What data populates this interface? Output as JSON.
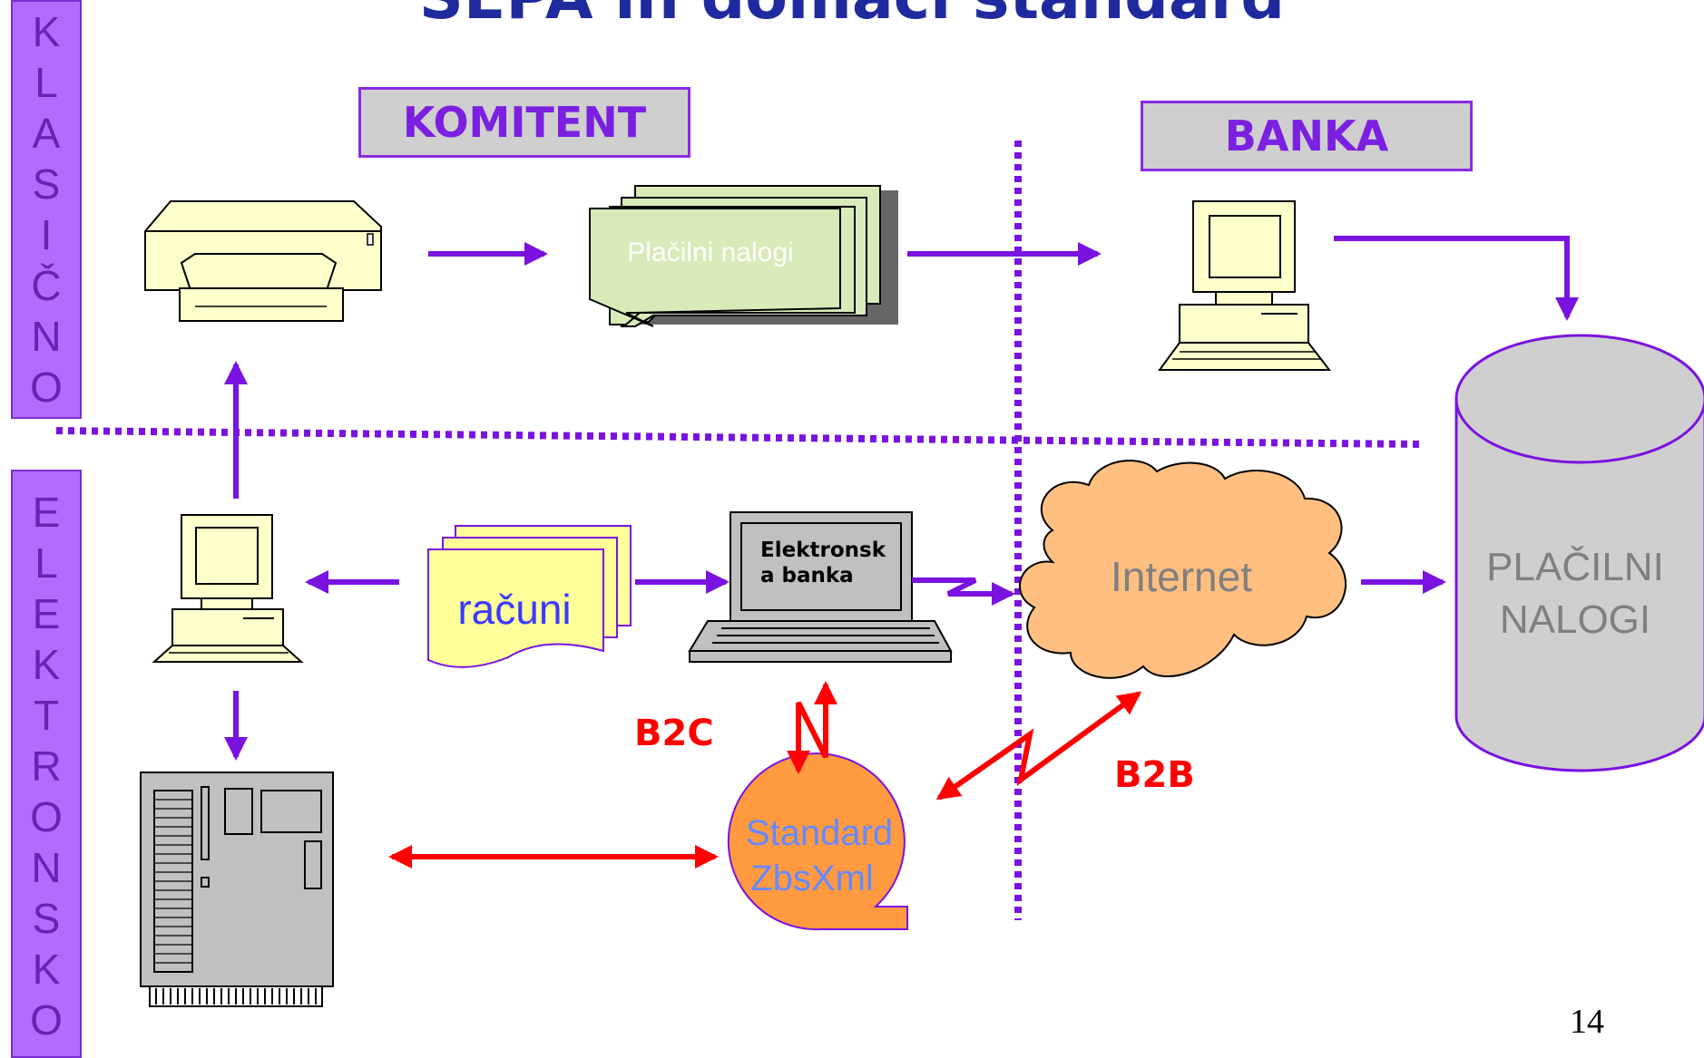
{
  "title": "SEPA  in domači standard",
  "side_labels": {
    "top": [
      "K",
      "L",
      "A",
      "S",
      "I",
      "Č",
      "N",
      "O"
    ],
    "bottom": [
      "E",
      "L",
      "E",
      "K",
      "T",
      "R",
      "O",
      "N",
      "S",
      "K",
      "O"
    ]
  },
  "boxes": {
    "komitent": "KOMITENT",
    "banka": "BANKA"
  },
  "nodes": {
    "placilni_nalogi_docs": "Plačilni nalogi",
    "racuni": "računi",
    "laptop_line1": "Elektronsk",
    "laptop_line2": "a banka",
    "internet": "Internet",
    "db_line1": "PLAČILNI",
    "db_line2": "NALOGI",
    "standard_line1": "Standard",
    "standard_line2": "ZbsXml"
  },
  "links": {
    "b2c": "B2C",
    "b2b": "B2B"
  },
  "page_number": "14",
  "colors": {
    "purple_arrow": "#7a12e0",
    "red_arrow": "#ff0000",
    "title": "#1f2a9e",
    "side_box": "#b36bff",
    "cloud": "#ffbf80",
    "standard": "#ff9a40",
    "docs_green": "#d8eab8",
    "docs_yellow": "#ffff99"
  }
}
